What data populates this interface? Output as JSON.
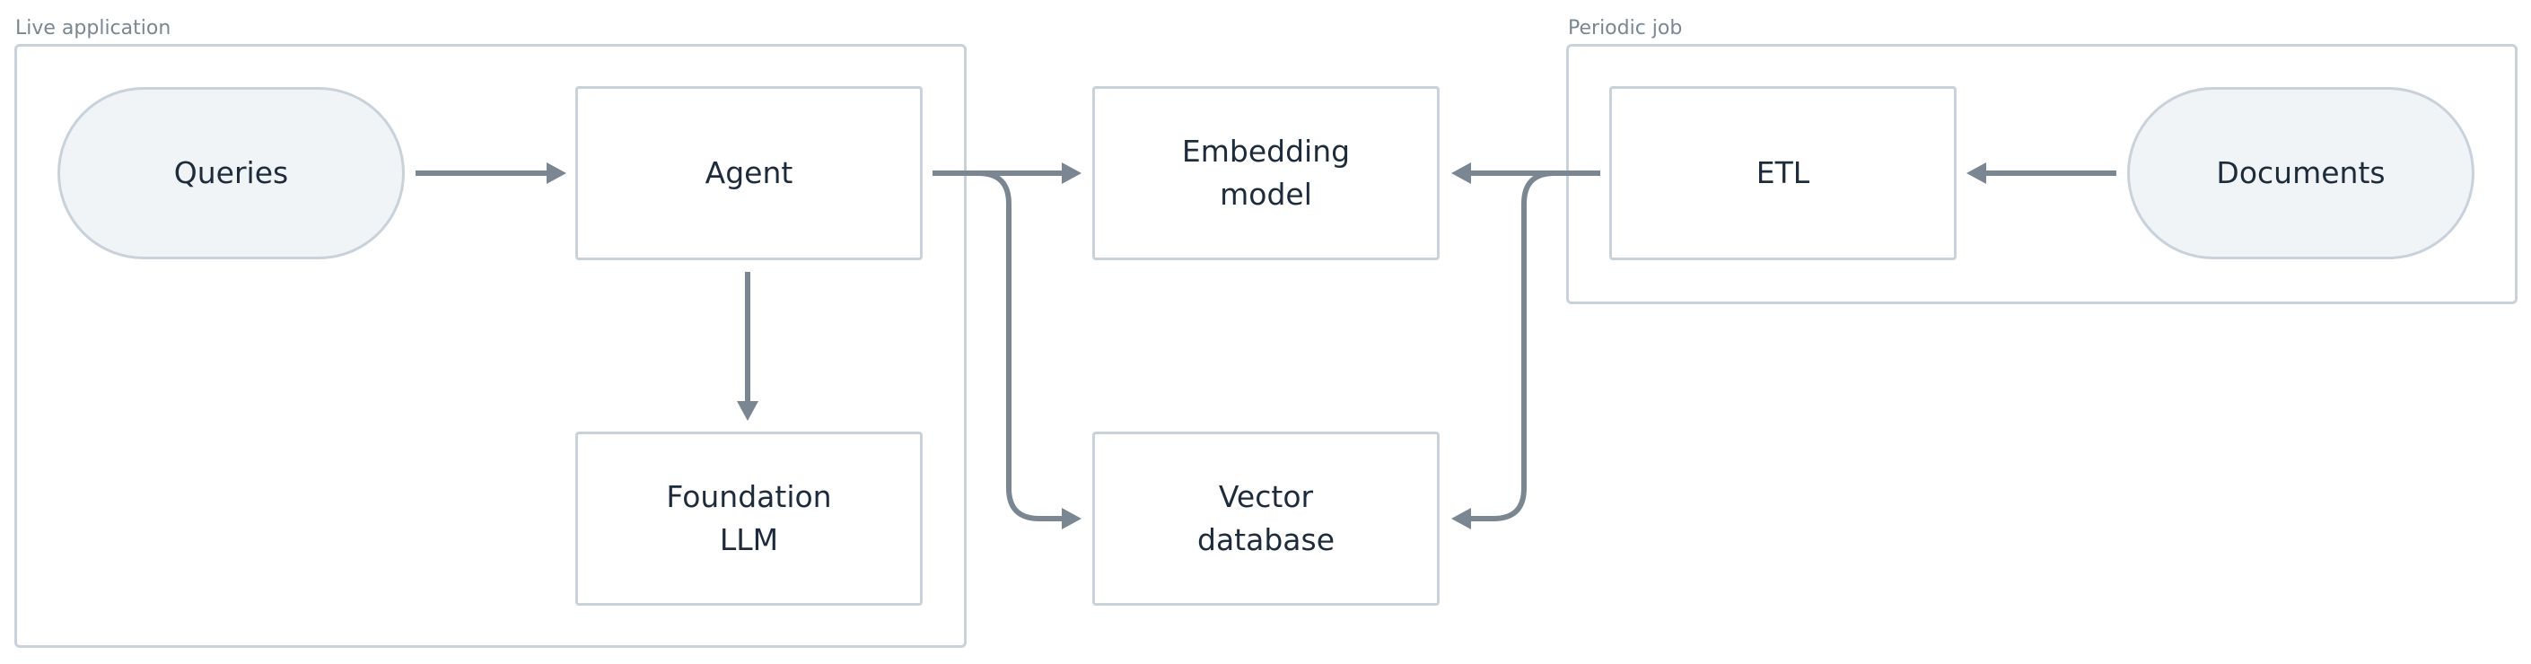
{
  "groups": {
    "live": {
      "label": "Live application"
    },
    "periodic": {
      "label": "Periodic job"
    }
  },
  "nodes": {
    "queries": "Queries",
    "agent": "Agent",
    "foundation_llm": "Foundation\nLLM",
    "embedding_model": "Embedding\nmodel",
    "vector_database": "Vector\ndatabase",
    "etl": "ETL",
    "documents": "Documents"
  },
  "edges": [
    {
      "from": "Queries",
      "to": "Agent"
    },
    {
      "from": "Agent",
      "to": "Foundation LLM"
    },
    {
      "from": "Agent",
      "to": "Embedding model"
    },
    {
      "from": "Agent",
      "to": "Vector database"
    },
    {
      "from": "Documents",
      "to": "ETL"
    },
    {
      "from": "ETL",
      "to": "Embedding model"
    },
    {
      "from": "ETL",
      "to": "Vector database"
    }
  ],
  "colors": {
    "edge": "#7a8793",
    "node_border": "#c9d1da",
    "pill_fill": "#f0f4f7",
    "text": "#1d2b3a",
    "group_label": "#7a8793"
  }
}
